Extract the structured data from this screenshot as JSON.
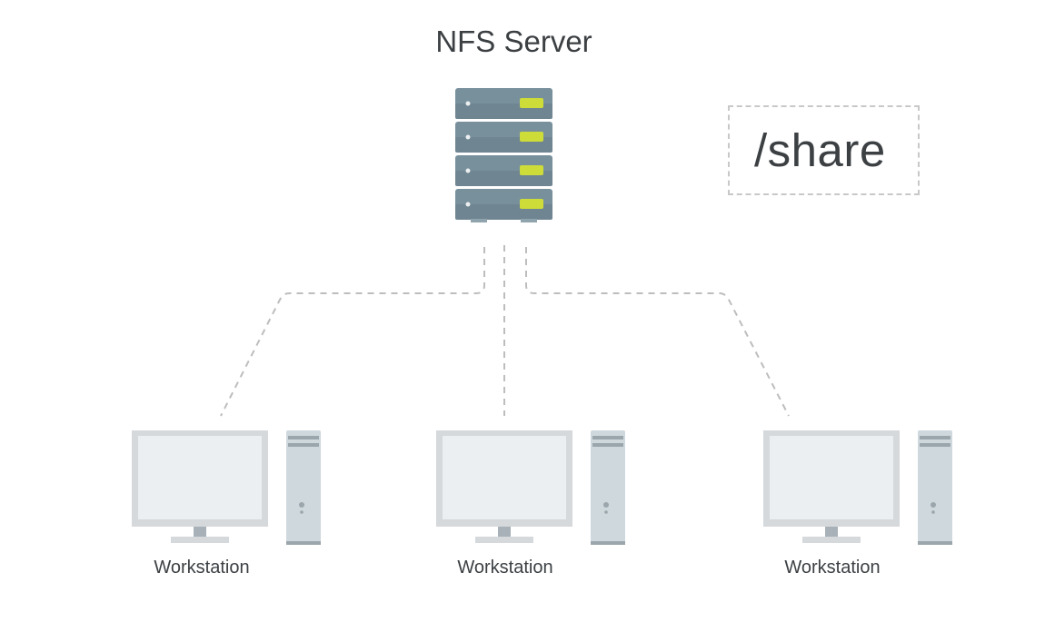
{
  "diagram": {
    "server": {
      "label": "NFS Server",
      "icon": "server-rack-icon",
      "units": 4,
      "led_color": "#cddc39",
      "body_color": "#78909c"
    },
    "share": {
      "path": "/share"
    },
    "workstations": [
      {
        "label": "Workstation"
      },
      {
        "label": "Workstation"
      },
      {
        "label": "Workstation"
      }
    ],
    "connection_style": "dashed",
    "colors": {
      "text": "#3c4043",
      "dash": "#bdbdbd",
      "monitor_frame": "#d5d9dc",
      "monitor_screen": "#eceff1",
      "tower": "#cfd8dc"
    }
  }
}
